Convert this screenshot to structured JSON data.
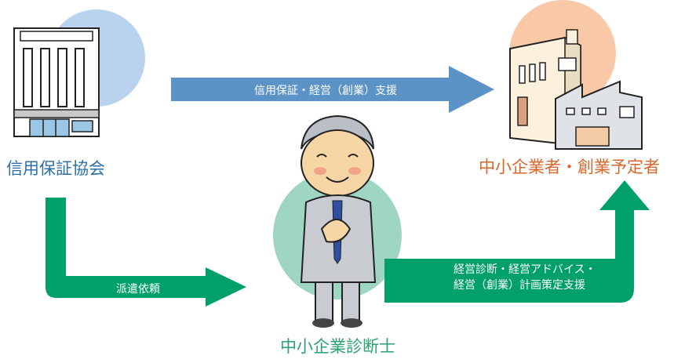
{
  "nodes": {
    "association": "信用保証協会",
    "sme": "中小企業者・創業予定者",
    "consultant": "中小企業診断士"
  },
  "arrows": {
    "top": "信用保証・経営（創業）支援",
    "dispatch": "派遣依頼",
    "support_line1": "経営診断・経営アドバイス・",
    "support_line2": "経営（創業）計画策定支援"
  },
  "colors": {
    "blue_arrow": "#5b93c7",
    "green_arrow": "#00a06a",
    "association_text": "#2d6fa8",
    "sme_text": "#d9662b",
    "consultant_text": "#2aa26f"
  },
  "icons": {
    "association": "office-building-icon",
    "sme": "factory-building-icon",
    "consultant": "businessman-icon"
  }
}
